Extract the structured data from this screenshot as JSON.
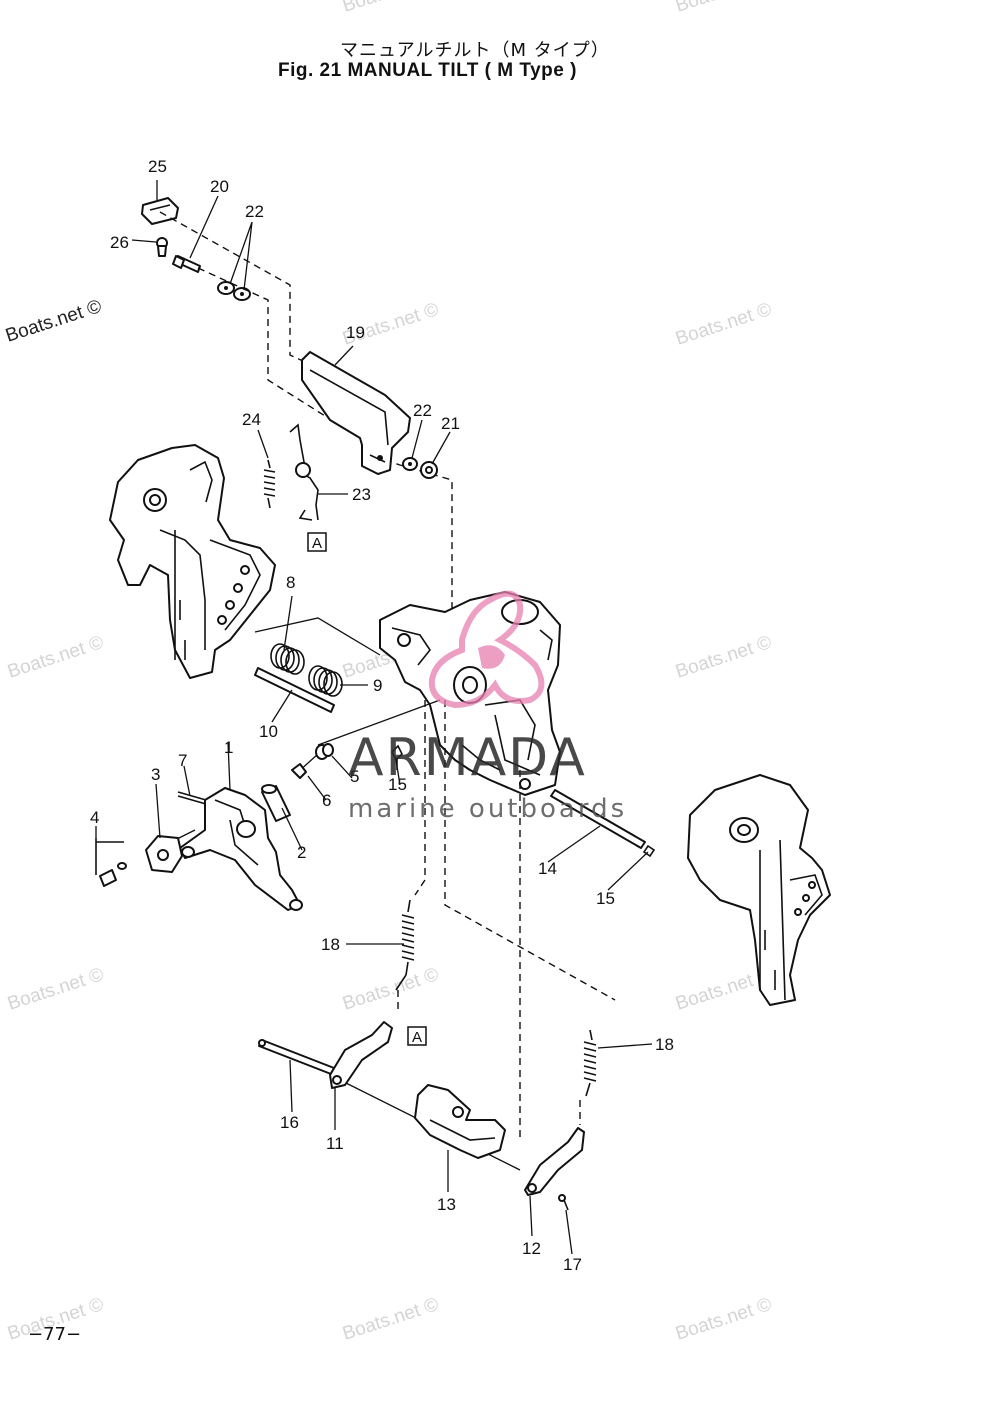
{
  "header": {
    "title_jp": "マニュアルチルト（M タイプ）",
    "title_en": "Fig. 21   MANUAL TILT ( M Type )"
  },
  "watermarks": [
    "Boats.net ©",
    "Boats.net ©",
    "Boats.net ©",
    "Boats.net ©",
    "Boats.net ©",
    "Boats.net ©",
    "Boats.net ©",
    "Boats.net ©",
    "Boats.net ©",
    "Boats.net ©",
    "Boats.net ©",
    "Boats.net ©",
    "Boats.net ©",
    "Boats.net ©"
  ],
  "brand": {
    "name": "ARMADA",
    "tagline": "marine outboards",
    "logo_color": "#e87fb0"
  },
  "callouts": {
    "c1": "1",
    "c2": "2",
    "c3": "3",
    "c4": "4",
    "c5": "5",
    "c6": "6",
    "c7": "7",
    "c8": "8",
    "c9": "9",
    "c10": "10",
    "c11": "11",
    "c12": "12",
    "c13": "13",
    "c14": "14",
    "c15a": "15",
    "c15b": "15",
    "c16": "16",
    "c17": "17",
    "c18a": "18",
    "c18b": "18",
    "c19": "19",
    "c20": "20",
    "c21": "21",
    "c22a": "22",
    "c22b": "22",
    "c23": "23",
    "c24": "24",
    "c25": "25",
    "c26": "26"
  },
  "ref_markers": {
    "a1": "A",
    "a2": "A"
  },
  "page_number": "−77−"
}
